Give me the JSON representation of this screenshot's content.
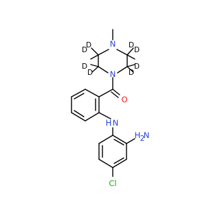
{
  "colors": {
    "bond": "#000000",
    "nitrogen": "#2a3fe0",
    "oxygen": "#ff1a1a",
    "chlorine": "#12b312",
    "carbon_label": "#000000",
    "deuterium": "#000000"
  },
  "atoms": {
    "n_methyl": "N",
    "n_amide": "N",
    "oxygen": "O",
    "nh_n": "N",
    "nh_h": "H",
    "nh2_h": "H",
    "nh2_2": "2",
    "nh2_n": "N",
    "chlorine": "Cl",
    "d1": "D",
    "d2": "D",
    "d3": "D",
    "d4": "D",
    "d5": "D",
    "d6": "D",
    "d7": "D",
    "d8": "D"
  }
}
